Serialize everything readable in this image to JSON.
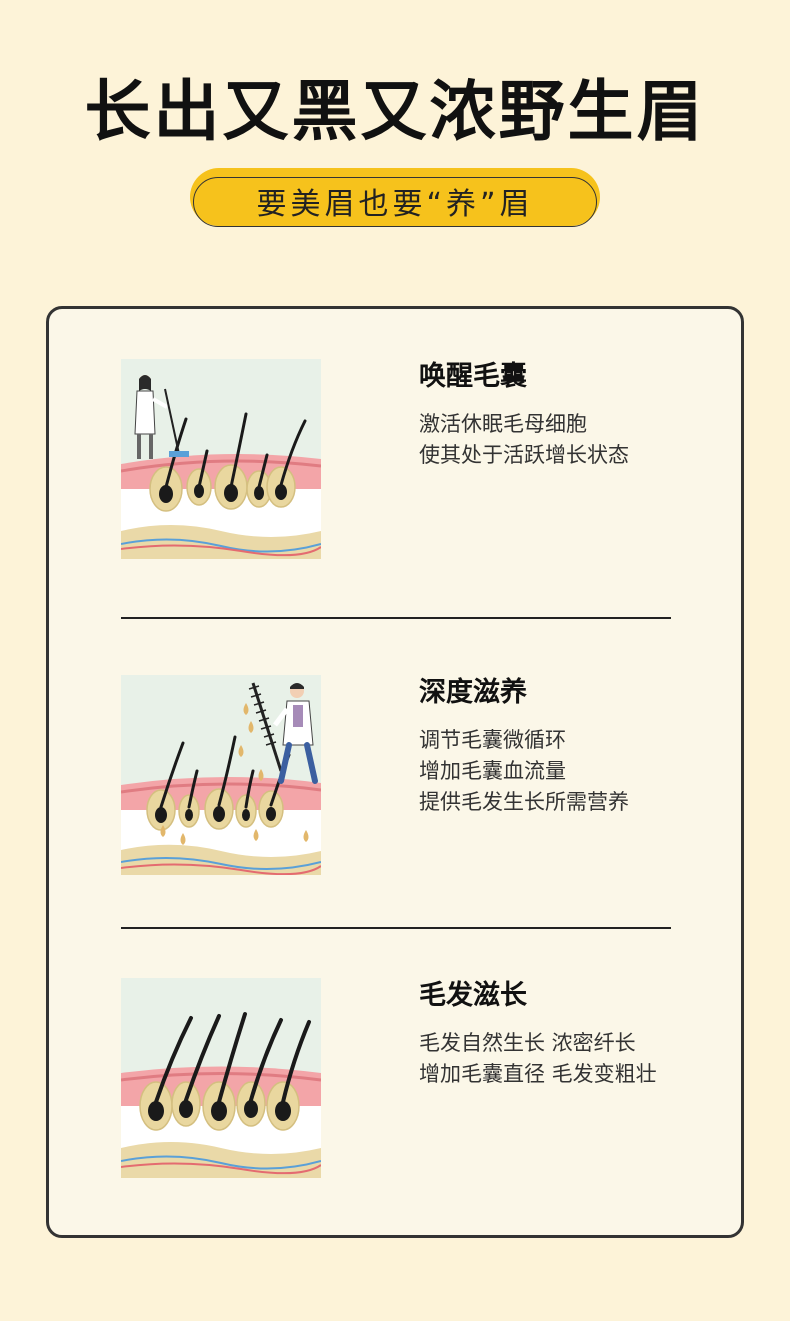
{
  "header": {
    "title": "长出又黑又浓野生眉",
    "subtitle": "要美眉也要“养”眉"
  },
  "features": [
    {
      "title": "唤醒毛囊",
      "lines": [
        "激活休眠毛母细胞",
        "使其处于活跃增长状态"
      ]
    },
    {
      "title": "深度滋养",
      "lines": [
        "调节毛囊微循环",
        "增加毛囊血流量",
        "提供毛发生长所需营养"
      ]
    },
    {
      "title": "毛发滋长",
      "lines": [
        "毛发自然生长 浓密纤长",
        "增加毛囊直径 毛发变粗壮"
      ]
    }
  ],
  "colors": {
    "background": "#fdf3d8",
    "card": "#fbf7e8",
    "accent": "#f6c21c",
    "skin": "#f3a5a8",
    "follicle": "#e9d79f",
    "vessel_blue": "#5aa0d8",
    "vessel_red": "#e46b70"
  }
}
